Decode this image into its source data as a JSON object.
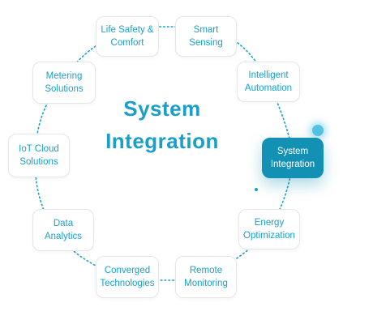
{
  "diagram": {
    "title_line1": "System",
    "title_line2": "Integration",
    "accent_color": "#1aa0c8",
    "active_color": "#1391b4",
    "nodes": [
      {
        "id": "life-safety-comfort",
        "label": "Life Safety &\nComfort"
      },
      {
        "id": "smart-sensing",
        "label": "Smart\nSensing"
      },
      {
        "id": "intelligent-automation",
        "label": "Intelligent\nAutomation"
      },
      {
        "id": "system-integration",
        "label": "System\nIntegration",
        "active": true
      },
      {
        "id": "energy-optimization",
        "label": "Energy\nOptimization"
      },
      {
        "id": "remote-monitoring",
        "label": "Remote\nMonitoring"
      },
      {
        "id": "converged-technologies",
        "label": "Converged\nTechnologies"
      },
      {
        "id": "data-analytics",
        "label": "Data\nAnalytics"
      },
      {
        "id": "iot-cloud-solutions",
        "label": "IoT Cloud\nSolutions"
      },
      {
        "id": "metering-solutions",
        "label": "Metering\nSolutions"
      }
    ]
  }
}
